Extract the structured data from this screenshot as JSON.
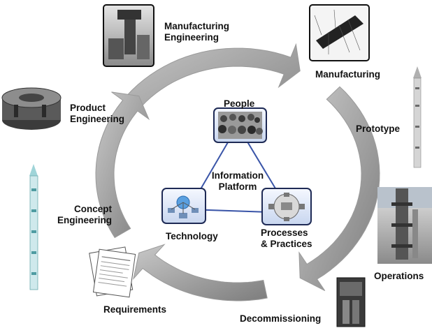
{
  "diagram": {
    "stages": [
      {
        "id": "manufacturing-engineering",
        "label": "Manufacturing\nEngineering"
      },
      {
        "id": "manufacturing",
        "label": "Manufacturing"
      },
      {
        "id": "prototype",
        "label": "Prototype"
      },
      {
        "id": "operations",
        "label": "Operations"
      },
      {
        "id": "decommissioning",
        "label": "Decommissioning"
      },
      {
        "id": "requirements",
        "label": "Requirements"
      },
      {
        "id": "concept-engineering",
        "label": "Concept\nEngineering"
      },
      {
        "id": "product-engineering",
        "label": "Product\nEngineering"
      }
    ],
    "center": {
      "title": "Information\nPlatform",
      "nodes": {
        "people": "People",
        "technology": "Technology",
        "processes": "Processes\n& Practices"
      }
    },
    "colors": {
      "cycle_arrow": "#9a9a9a",
      "triangle_line": "#3a55a8",
      "photo_frame": "#1e2a55"
    }
  }
}
